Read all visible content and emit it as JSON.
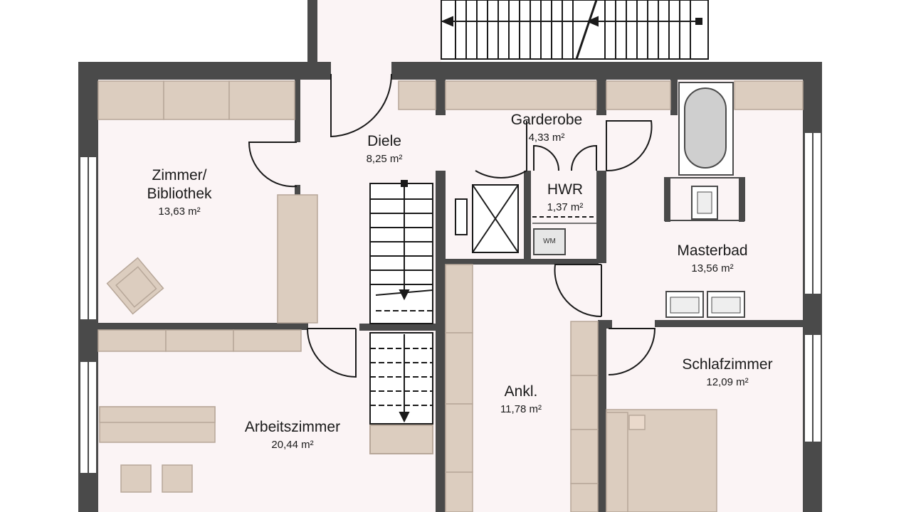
{
  "colors": {
    "wall": "#4a4a4a",
    "floor": "#fbf4f5",
    "furniture": "#dccdbf",
    "furniture_stroke": "#b7a799"
  },
  "rooms": {
    "bibliothek": {
      "name_1": "Zimmer/",
      "name_2": "Bibliothek",
      "area": "13,63 m²"
    },
    "diele": {
      "name": "Diele",
      "area": "8,25 m²"
    },
    "garderobe": {
      "name": "Garderobe",
      "area": "4,33 m²"
    },
    "hwr": {
      "name": "HWR",
      "area": "1,37 m²"
    },
    "masterbad": {
      "name": "Masterbad",
      "area": "13,56 m²"
    },
    "schlafzimmer": {
      "name": "Schlafzimmer",
      "area": "12,09 m²"
    },
    "ankleide": {
      "name": "Ankl.",
      "area": "11,78 m²"
    },
    "arbeitszimmer": {
      "name": "Arbeitszimmer",
      "area": "20,44 m²"
    }
  },
  "appliances": {
    "washing_machine": "WM"
  }
}
